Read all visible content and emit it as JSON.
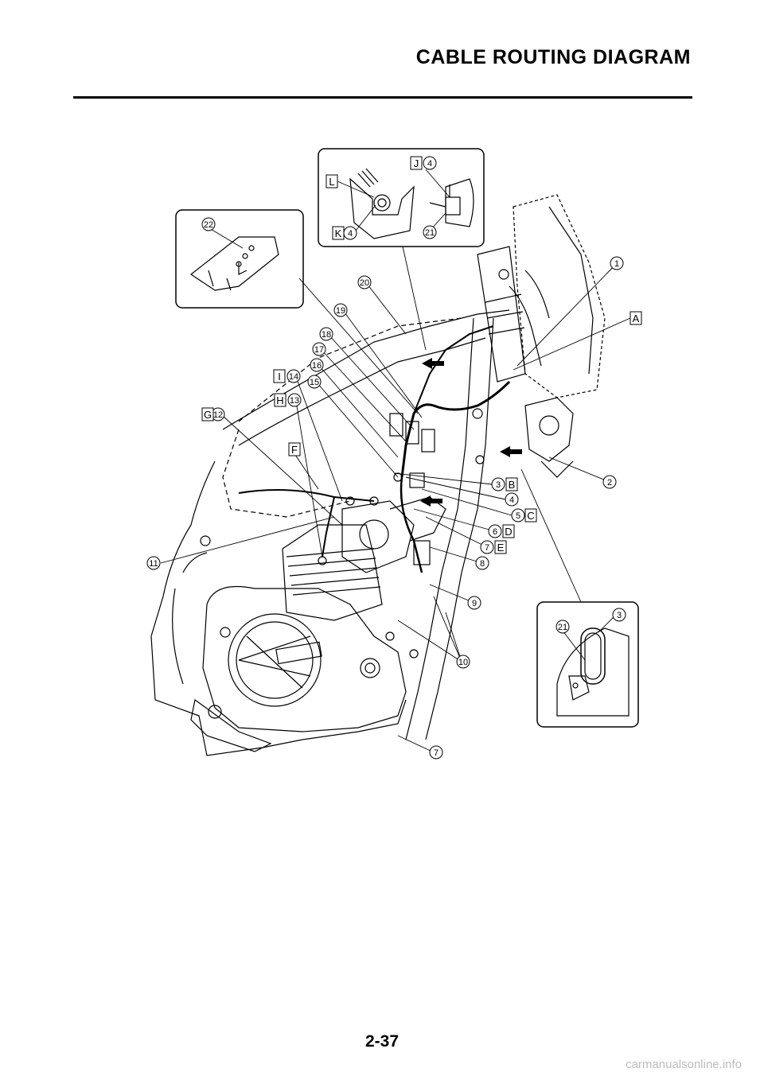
{
  "header": {
    "title": "CABLE ROUTING DIAGRAM"
  },
  "footer": {
    "page_number": "2-37",
    "watermark": "carmanualsonline.info"
  },
  "diagram": {
    "numbered_callouts": [
      "1",
      "2",
      "3",
      "4",
      "5",
      "6",
      "7",
      "8",
      "9",
      "10",
      "11",
      "12",
      "13",
      "14",
      "15",
      "16",
      "17",
      "18",
      "19",
      "20",
      "21",
      "22"
    ],
    "letter_callouts": [
      "A",
      "B",
      "C",
      "D",
      "E",
      "F",
      "G",
      "H",
      "I",
      "J",
      "K",
      "L"
    ]
  },
  "colors": {
    "ink": "#000000",
    "background": "#ffffff",
    "watermark": "#bdbdbd"
  }
}
